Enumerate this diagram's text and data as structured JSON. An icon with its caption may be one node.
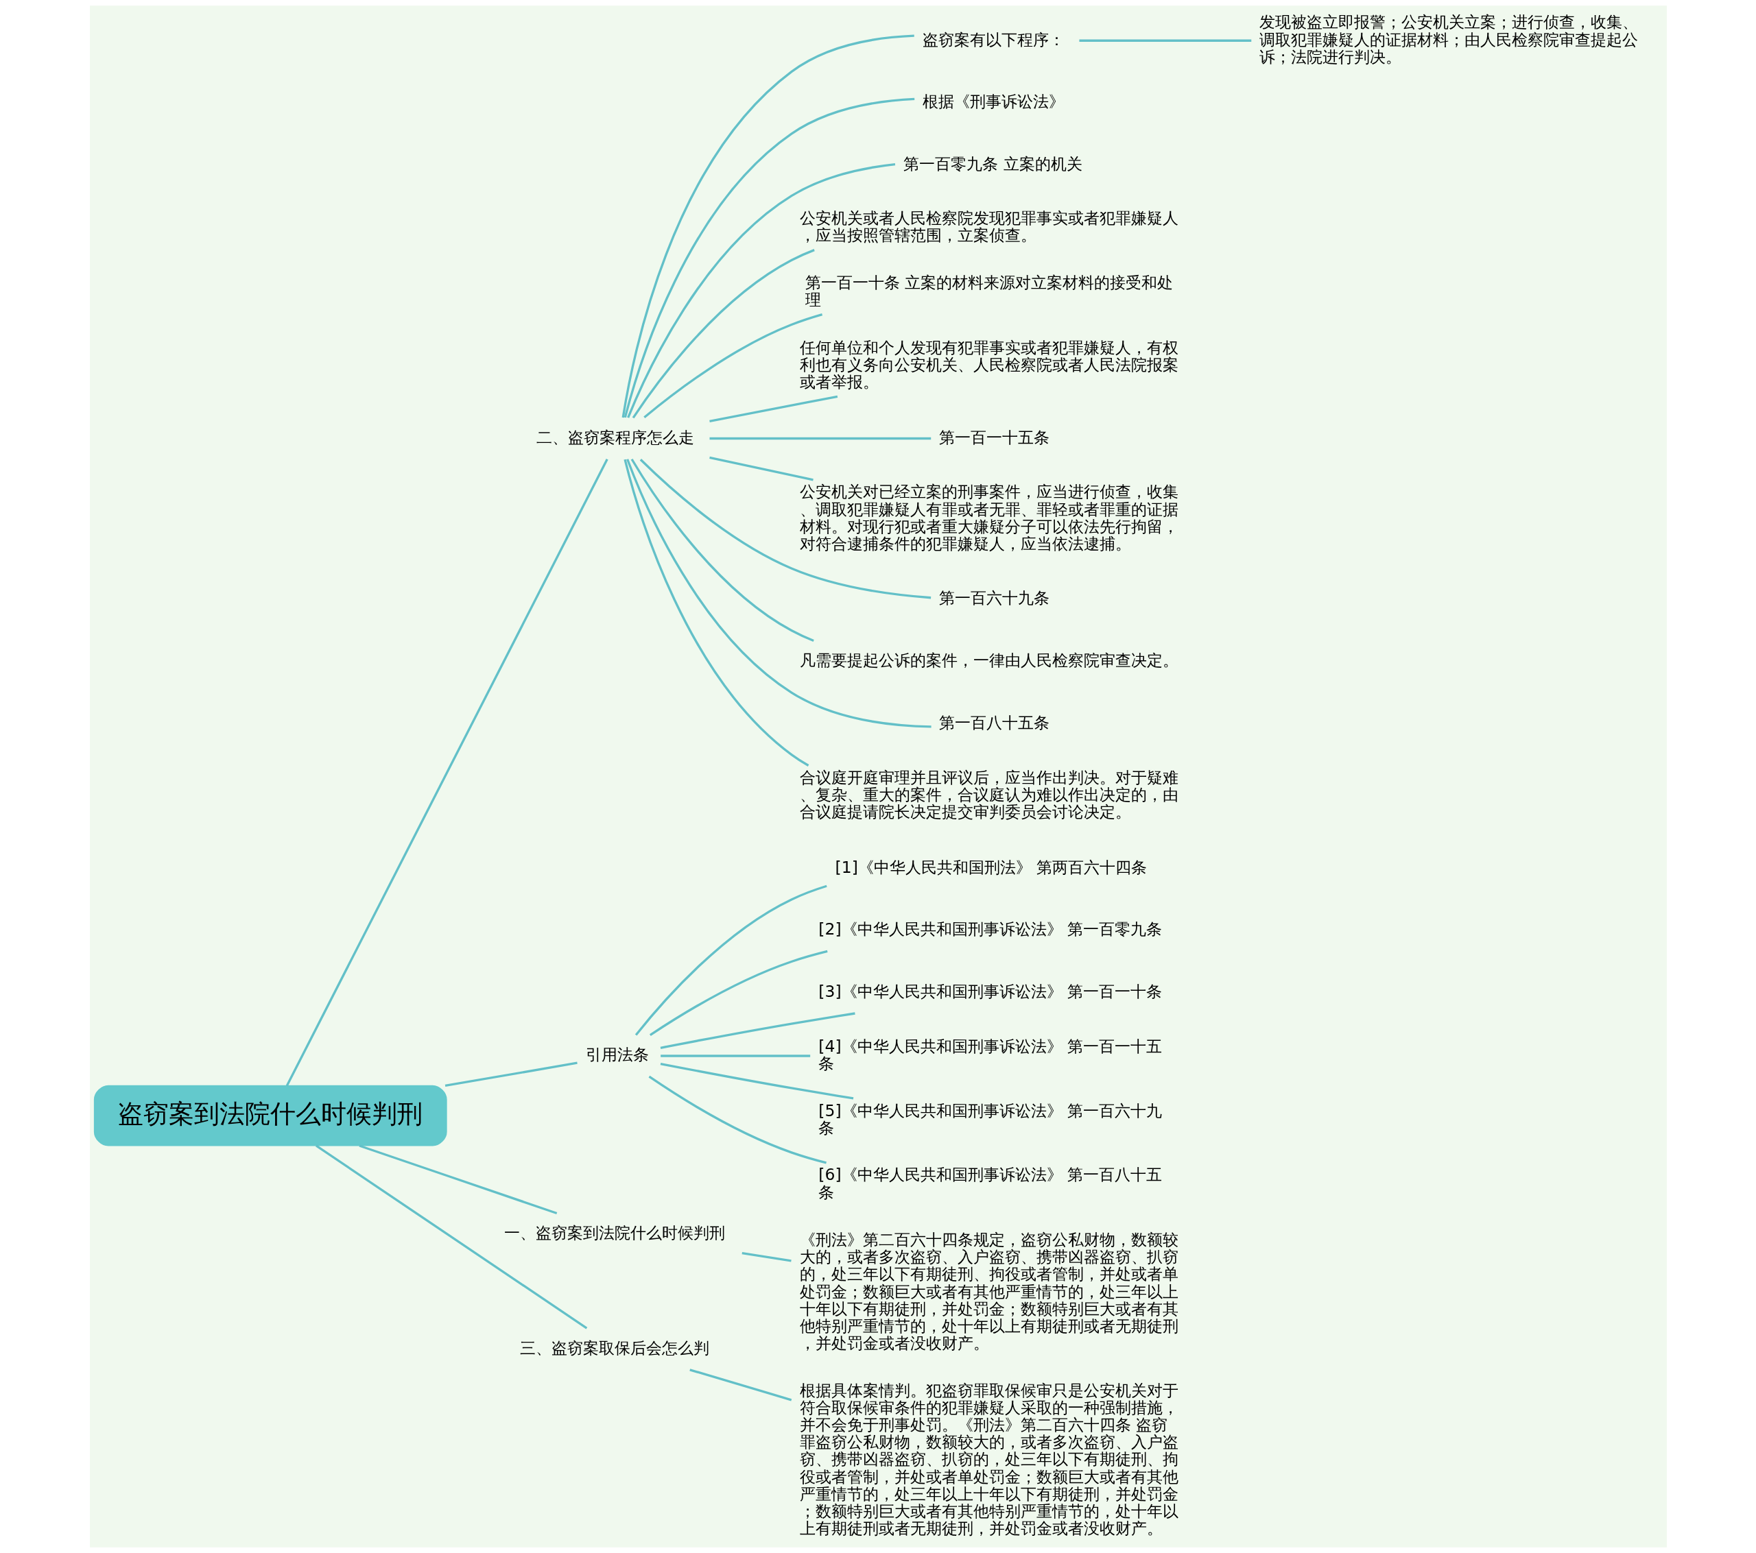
{
  "diagram": {
    "nodes": [
      {
        "text": [
          "盗窃案到法院什么时候判刑"
        ]
      },
      {
        "text": [
          "二、盗窃案程序怎么走"
        ]
      },
      {
        "text": [
          "盗窃案有以下程序："
        ]
      },
      {
        "text": [
          "发现被盗立即报警；公安机关立案；进行侦查，收集、调取犯罪嫌疑人的证据材料；由人民检察院审查提起公诉；法院进行判决。"
        ]
      },
      {
        "text": [
          "根据《刑事诉讼法》"
        ]
      },
      {
        "text": [
          "第一百零九条 立案的机关"
        ]
      },
      {
        "text": [
          "公安机关或者人民检察院发现犯罪事实或者犯罪嫌疑人，应当按照管辖范围，立案侦查。"
        ]
      },
      {
        "text": [
          "第一百一十条 立案的材料来源对立案材料的接受和处理"
        ]
      },
      {
        "text": [
          "任何单位和个人发现有犯罪事实或者犯罪嫌疑人，有权利也有义务向公安机关、人民检察院或者人民法院报案或者举报。"
        ]
      },
      {
        "text": [
          "第一百一十五条"
        ]
      },
      {
        "text": [
          "公安机关对已经立案的刑事案件，应当进行侦查，收集、调取犯罪嫌疑人有罪或者无罪、罪轻或者罪重的证据材料。对现行犯或者重大嫌疑分子可以依法先行拘留，对符合逮捕条件的犯罪嫌疑人，应当依法逮捕。"
        ]
      },
      {
        "text": [
          "第一百六十九条"
        ]
      },
      {
        "text": [
          "凡需要提起公诉的案件，一律由人民检察院审查决定。"
        ]
      },
      {
        "text": [
          "第一百八十五条"
        ]
      },
      {
        "text": [
          "合议庭开庭审理并且评议后，应当作出判决。对于疑难、复杂、重大的案件，合议庭认为难以作出决定的，由合议庭提请院长决定提交审判委员会讨论决定。"
        ]
      },
      {
        "text": [
          "引用法条"
        ]
      },
      {
        "text": [
          "[1]《中华人民共和国刑法》 第两百六十四条"
        ]
      },
      {
        "text": [
          "[2]《中华人民共和国刑事诉讼法》 第一百零九条"
        ]
      },
      {
        "text": [
          "[3]《中华人民共和国刑事诉讼法》 第一百一十条"
        ]
      },
      {
        "text": [
          "[4]《中华人民共和国刑事诉讼法》 第一百一十五条"
        ]
      },
      {
        "text": [
          "[5]《中华人民共和国刑事诉讼法》 第一百六十九条"
        ]
      },
      {
        "text": [
          "[6]《中华人民共和国刑事诉讼法》 第一百八十五条"
        ]
      },
      {
        "text": [
          "一、盗窃案到法院什么时候判刑"
        ]
      },
      {
        "text": [
          "《刑法》第二百六十四条规定，盗窃公私财物，数额较大的，或者多次盗窃、入户盗窃、携带凶器盗窃、扒窃的，处三年以下有期徒刑、拘役或者管制，并处或者单处罚金；数额巨大或者有其他严重情节的，处三年以上十年以下有期徒刑，并处罚金；数额特别巨大或者有其他特别严重情节的，处十年以上有期徒刑或者无期徒刑，并处罚金或者没收财产。"
        ]
      },
      {
        "text": [
          "三、盗窃案取保后会怎么判"
        ]
      },
      {
        "text": [
          "根据具体案情判。犯盗窃罪取保候审只是公安机关对于符合取保候审条件的犯罪嫌疑人采取的一种强制措施，并不会免于刑事处罚。《刑法》第二百六十四条 盗窃罪盗窃公私财物，数额较大的，或者多次盗窃、入户盗窃、携带凶器盗窃、扒窃的，处三年以下有期徒刑、拘役或者管制，并处或者单处罚金；数额巨大或者有其他严重情节的，处三年以上十年以下有期徒刑，并处罚金；数额特别巨大或者有其他特别严重情节的，处十年以上有期徒刑或者无期徒刑，并处罚金或者没收财产。"
        ]
      }
    ],
    "edges": [
      {
        "from": 0,
        "to": 1,
        "arrow": "none"
      },
      {
        "from": 1,
        "to": 2,
        "arrow": "none"
      },
      {
        "from": 2,
        "to": 3,
        "arrow": "none"
      },
      {
        "from": 1,
        "to": 4,
        "arrow": "none"
      },
      {
        "from": 1,
        "to": 5,
        "arrow": "none"
      },
      {
        "from": 1,
        "to": 6,
        "arrow": "none"
      },
      {
        "from": 1,
        "to": 7,
        "arrow": "none"
      },
      {
        "from": 1,
        "to": 8,
        "arrow": "none"
      },
      {
        "from": 1,
        "to": 9,
        "arrow": "none"
      },
      {
        "from": 1,
        "to": 10,
        "arrow": "none"
      },
      {
        "from": 1,
        "to": 11,
        "arrow": "none"
      },
      {
        "from": 1,
        "to": 12,
        "arrow": "none"
      },
      {
        "from": 1,
        "to": 13,
        "arrow": "none"
      },
      {
        "from": 1,
        "to": 14,
        "arrow": "none"
      },
      {
        "from": 0,
        "to": 15,
        "arrow": "none"
      },
      {
        "from": 15,
        "to": 16,
        "arrow": "none"
      },
      {
        "from": 15,
        "to": 17,
        "arrow": "none"
      },
      {
        "from": 15,
        "to": 18,
        "arrow": "none"
      },
      {
        "from": 15,
        "to": 19,
        "arrow": "none"
      },
      {
        "from": 15,
        "to": 20,
        "arrow": "none"
      },
      {
        "from": 15,
        "to": 21,
        "arrow": "none"
      },
      {
        "from": 0,
        "to": 22,
        "arrow": "none"
      },
      {
        "from": 22,
        "to": 23,
        "arrow": "none"
      },
      {
        "from": 0,
        "to": 24,
        "arrow": "none"
      },
      {
        "from": 24,
        "to": 25,
        "arrow": "none"
      }
    ]
  }
}
